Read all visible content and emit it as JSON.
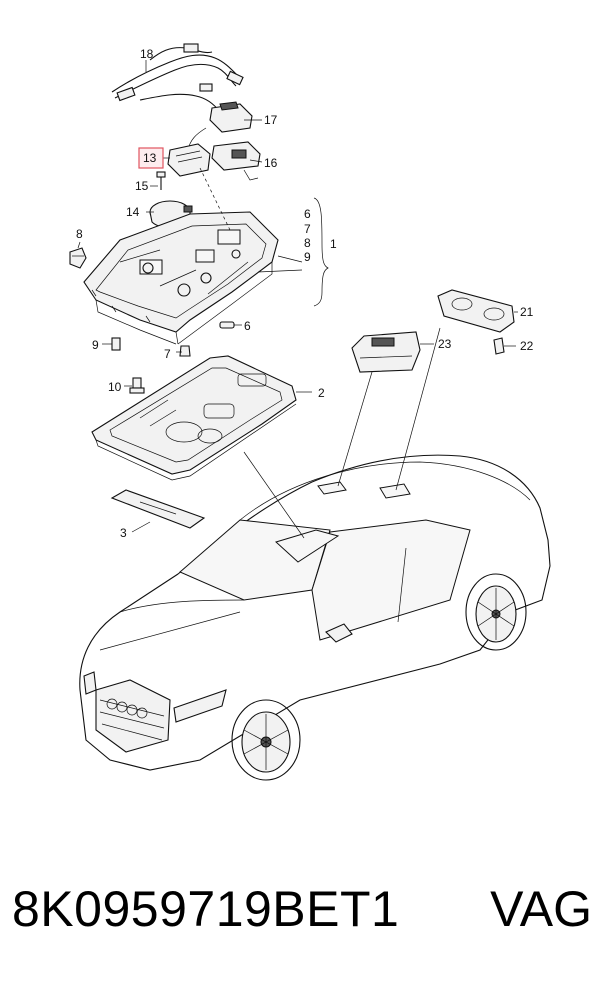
{
  "diagram": {
    "labels": {
      "p1": "1",
      "p2": "2",
      "p3": "3",
      "p6": "6",
      "p6b": "6",
      "p7": "7",
      "p7b": "7",
      "p8": "8",
      "p8b": "8",
      "p9": "9",
      "p9b": "9",
      "p10": "10",
      "p13": "13",
      "p14": "14",
      "p15": "15",
      "p16": "16",
      "p17": "17",
      "p18": "18",
      "p21": "21",
      "p22": "22",
      "p23": "23"
    },
    "highlight_color": "#e05560"
  },
  "caption": {
    "part_number": "8K0959719BET1",
    "brand": "VAG"
  }
}
